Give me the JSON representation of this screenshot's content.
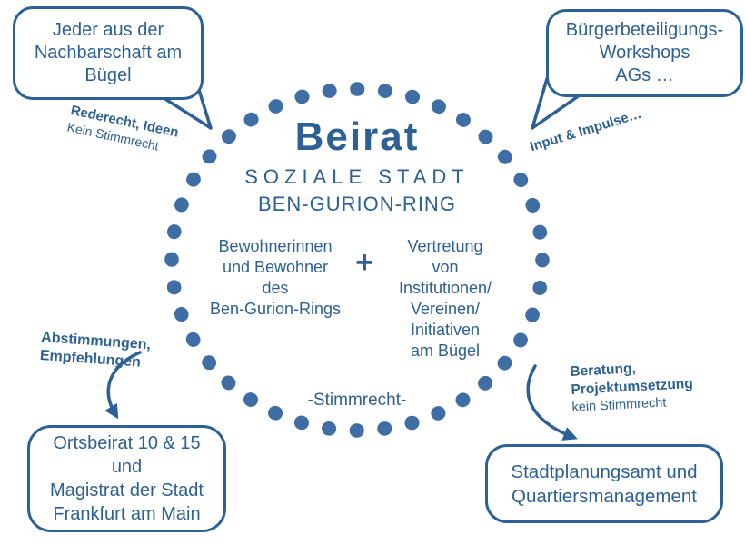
{
  "palette": {
    "accent": "#2d6094",
    "dots": "#3f6ea4"
  },
  "circle": {
    "title": "Beirat",
    "subtitle1": "SOZIALE STADT",
    "subtitle2": "BEN-GURION-RING",
    "left_group": "Bewohnerinnen\nund Bewohner\ndes\nBen-Gurion-Rings",
    "plus": "+",
    "right_group": "Vertretung\nvon\nInstitutionen/\nVereinen/\nInitiativen\nam Bügel",
    "bottom": "-Stimmrecht-"
  },
  "callouts": {
    "top_left": {
      "text": "Jeder aus der\nNachbarschaft am\nBügel"
    },
    "top_right": {
      "text": "Bürgerbeteiligungs-\nWorkshops\nAGs …"
    },
    "bottom_left": {
      "text": "Ortsbeirat 10 & 15\nund\nMagistrat der Stadt\nFrankfurt am Main"
    },
    "bottom_right": {
      "text": "Stadtplanungsamt und\nQuartiersmanagement"
    }
  },
  "annotations": {
    "top_left": {
      "bold": "Rederecht, Ideen",
      "regular": "Kein Stimmrecht"
    },
    "top_right": {
      "bold": "Input & Impulse…"
    },
    "bottom_left": {
      "bold": "Abstimmungen,\nEmpfehlungen"
    },
    "bottom_right": {
      "bold": "Beratung,\nProjektumsetzung",
      "regular": "kein Stimmrecht"
    }
  }
}
